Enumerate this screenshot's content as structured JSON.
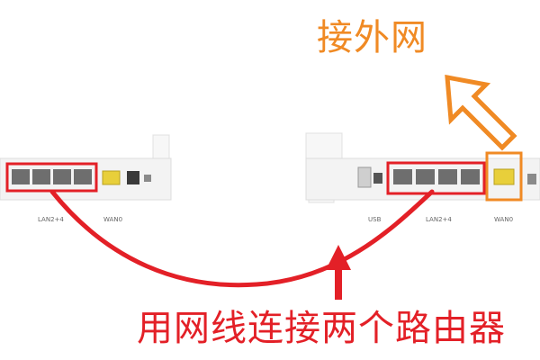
{
  "labels": {
    "external_network": "接外网",
    "instruction": "用网线连接两个路由器"
  },
  "ports": {
    "lan_label": "LAN2+4",
    "wan_label": "WAN0",
    "usb_label": "USB"
  },
  "colors": {
    "accent_orange": "#f08a24",
    "highlight_red": "#e32027",
    "port_yellow": "#e8cf3a",
    "router_body": "#f4f4f4",
    "port_dark": "#6e6e6e"
  },
  "icons": {
    "arrow_up_right": "outline-arrow-up-right",
    "arrow_up": "solid-arrow-up"
  }
}
